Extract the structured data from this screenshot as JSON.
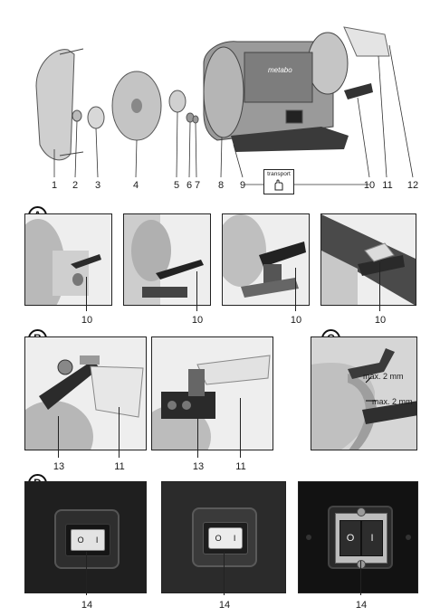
{
  "exploded_view": {
    "brand": "metabo",
    "part_numbers": [
      "1",
      "2",
      "3",
      "4",
      "5",
      "6",
      "7",
      "8",
      "9",
      "10",
      "11",
      "12"
    ],
    "transport_label": "transport"
  },
  "section_a": {
    "badge": "A",
    "callouts": [
      "10",
      "10",
      "10",
      "10"
    ]
  },
  "section_b": {
    "badge": "B",
    "callouts": [
      "13",
      "11",
      "13",
      "11"
    ]
  },
  "section_c": {
    "badge": "C",
    "measure_1": "max. 2 mm",
    "measure_2": "max. 2 mm"
  },
  "section_d": {
    "badge": "D",
    "callouts": [
      "14",
      "14",
      "14"
    ],
    "switch_off": "O",
    "switch_on": "I"
  }
}
